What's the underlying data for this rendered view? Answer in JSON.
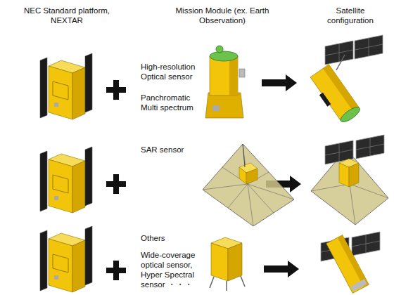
{
  "diagram": {
    "labels": [
      "NEC Standard platform, NEXTAR",
      "Mission Module (ex. Earth Observation)",
      "Satellite configuration",
      "High-resolution Optical sensor",
      "Panchromatic Multi spectrum",
      "SAR sensor",
      "Others",
      "Wide-coverage optical sensor, Hyper Spectral sensor ・・・"
    ]
  }
}
